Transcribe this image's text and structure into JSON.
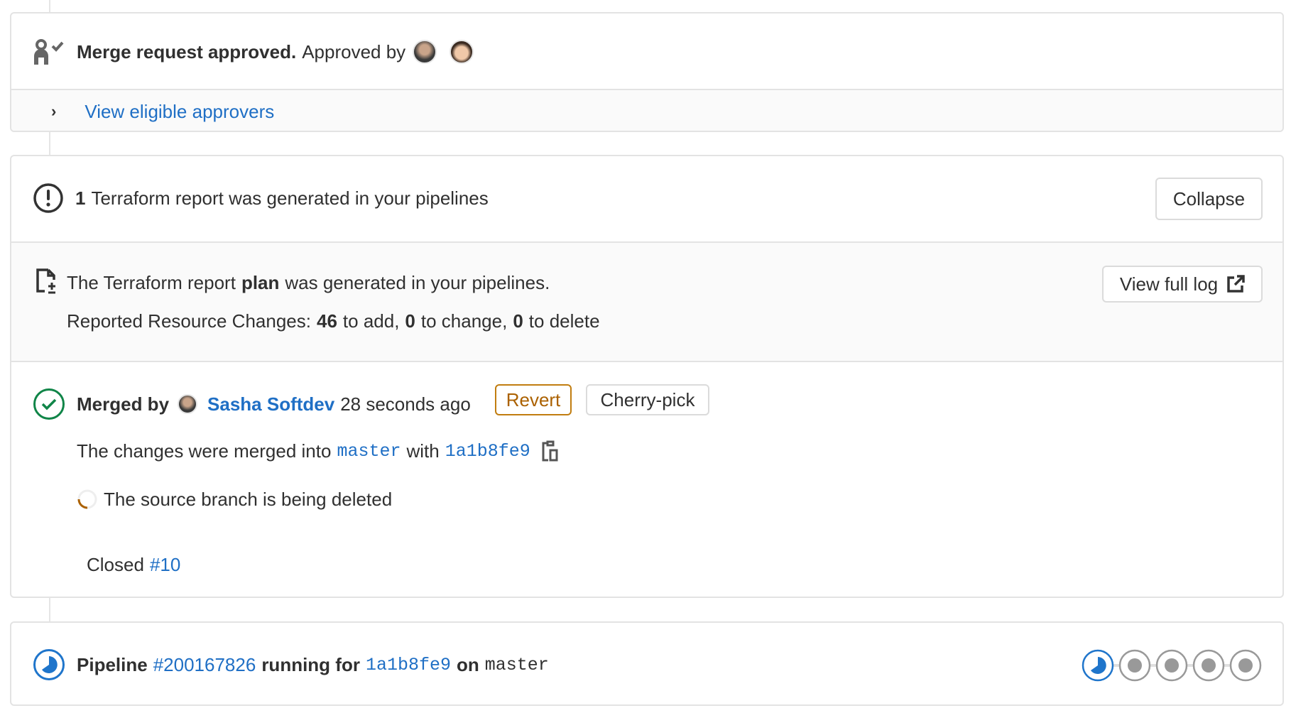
{
  "approval": {
    "title": "Merge request approved.",
    "approved_by": "Approved by",
    "approvers": [
      "approver-1",
      "approver-2"
    ],
    "expand_link": "View eligible approvers"
  },
  "terraform": {
    "count": "1",
    "summary": "Terraform report was generated in your pipelines",
    "collapse_label": "Collapse",
    "report_prefix": "The Terraform report",
    "report_name": "plan",
    "report_suffix": "was generated in your pipelines.",
    "changes_prefix": "Reported Resource Changes:",
    "add": "46",
    "add_label": "to add,",
    "change": "0",
    "change_label": "to change,",
    "delete": "0",
    "delete_label": "to delete",
    "view_log_label": "View full log"
  },
  "merged": {
    "label": "Merged by",
    "user": "Sasha Softdev",
    "time": "28 seconds ago",
    "revert_label": "Revert",
    "cherry_pick_label": "Cherry-pick",
    "changes_prefix": "The changes were merged into",
    "branch": "master",
    "with": "with",
    "commit": "1a1b8fe9",
    "source_branch_status": "The source branch is being deleted",
    "closed_label": "Closed",
    "closed_issue": "#10"
  },
  "pipeline": {
    "label": "Pipeline",
    "id": "#200167826",
    "running_for": "running for",
    "commit": "1a1b8fe9",
    "on": "on",
    "branch": "master",
    "stages": [
      "running",
      "created",
      "created",
      "created",
      "created"
    ]
  },
  "colors": {
    "link": "#1f6fc5",
    "success": "#108548",
    "warning": "#ab6100",
    "running": "#1f75cb"
  }
}
